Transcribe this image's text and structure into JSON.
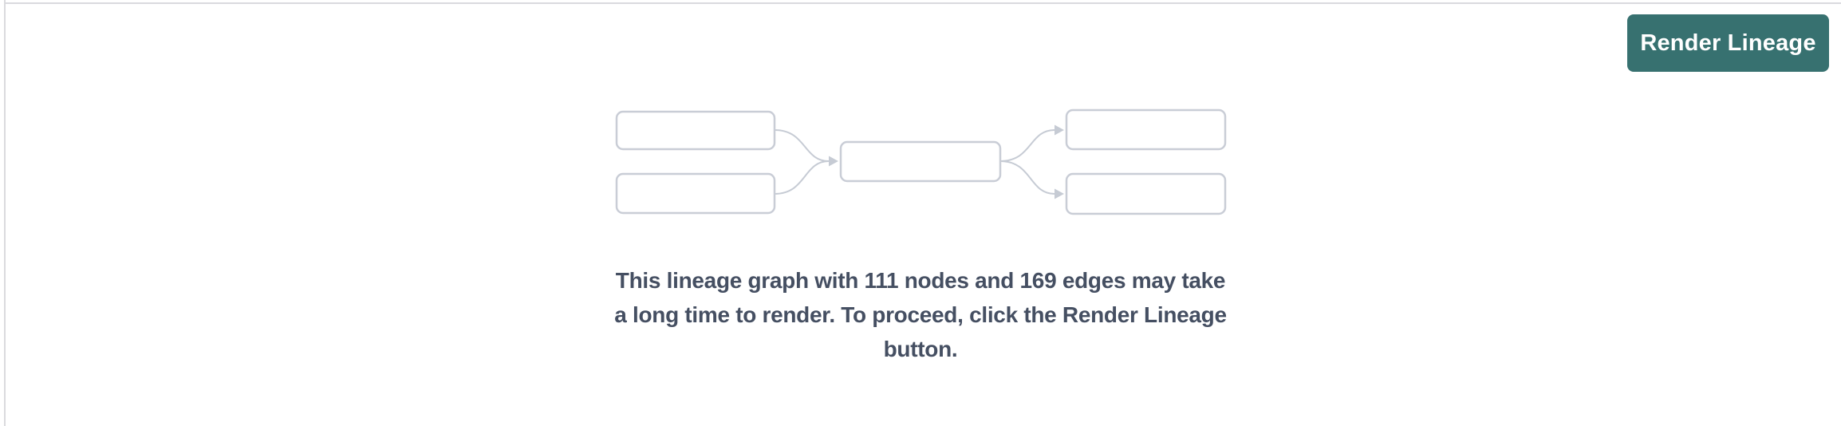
{
  "panel": {
    "render_button": {
      "label": "Render Lineage"
    },
    "empty_state": {
      "message": "This lineage graph with 111 nodes and 169 edges may take a long time to render. To proceed, click the Render Lineage button.",
      "message_lines": [
        "This lineage graph with 111 nodes and 169 edges may take",
        "a long time to render. To proceed, click the Render Lineage",
        "button."
      ],
      "node_count": "111",
      "edge_count": "169",
      "placeholder_icon": "lineage-graph-placeholder-icon"
    },
    "colors": {
      "button_bg": "#377170",
      "button_text": "#FFFFFF",
      "message_text": "#454F62",
      "placeholder_node_stroke": "#C9CDD6",
      "placeholder_edge_stroke": "#C6CBD4",
      "divider": "#DADADE"
    }
  }
}
